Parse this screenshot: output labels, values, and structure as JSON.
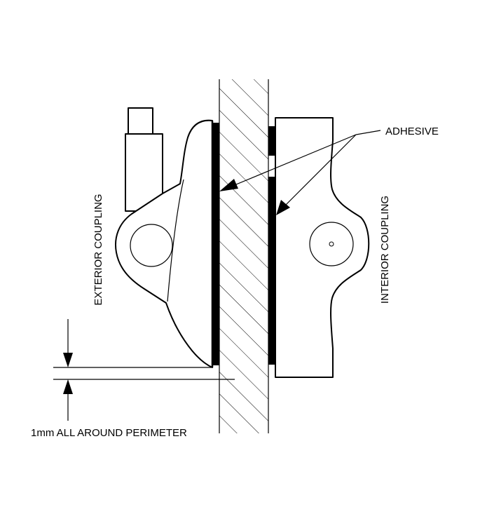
{
  "labels": {
    "adhesive": "ADHESIVE",
    "exterior_coupling": "EXTERIOR COUPLING",
    "interior_coupling": "INTERIOR COUPLING",
    "perimeter_note": "1mm ALL AROUND PERIMETER"
  }
}
